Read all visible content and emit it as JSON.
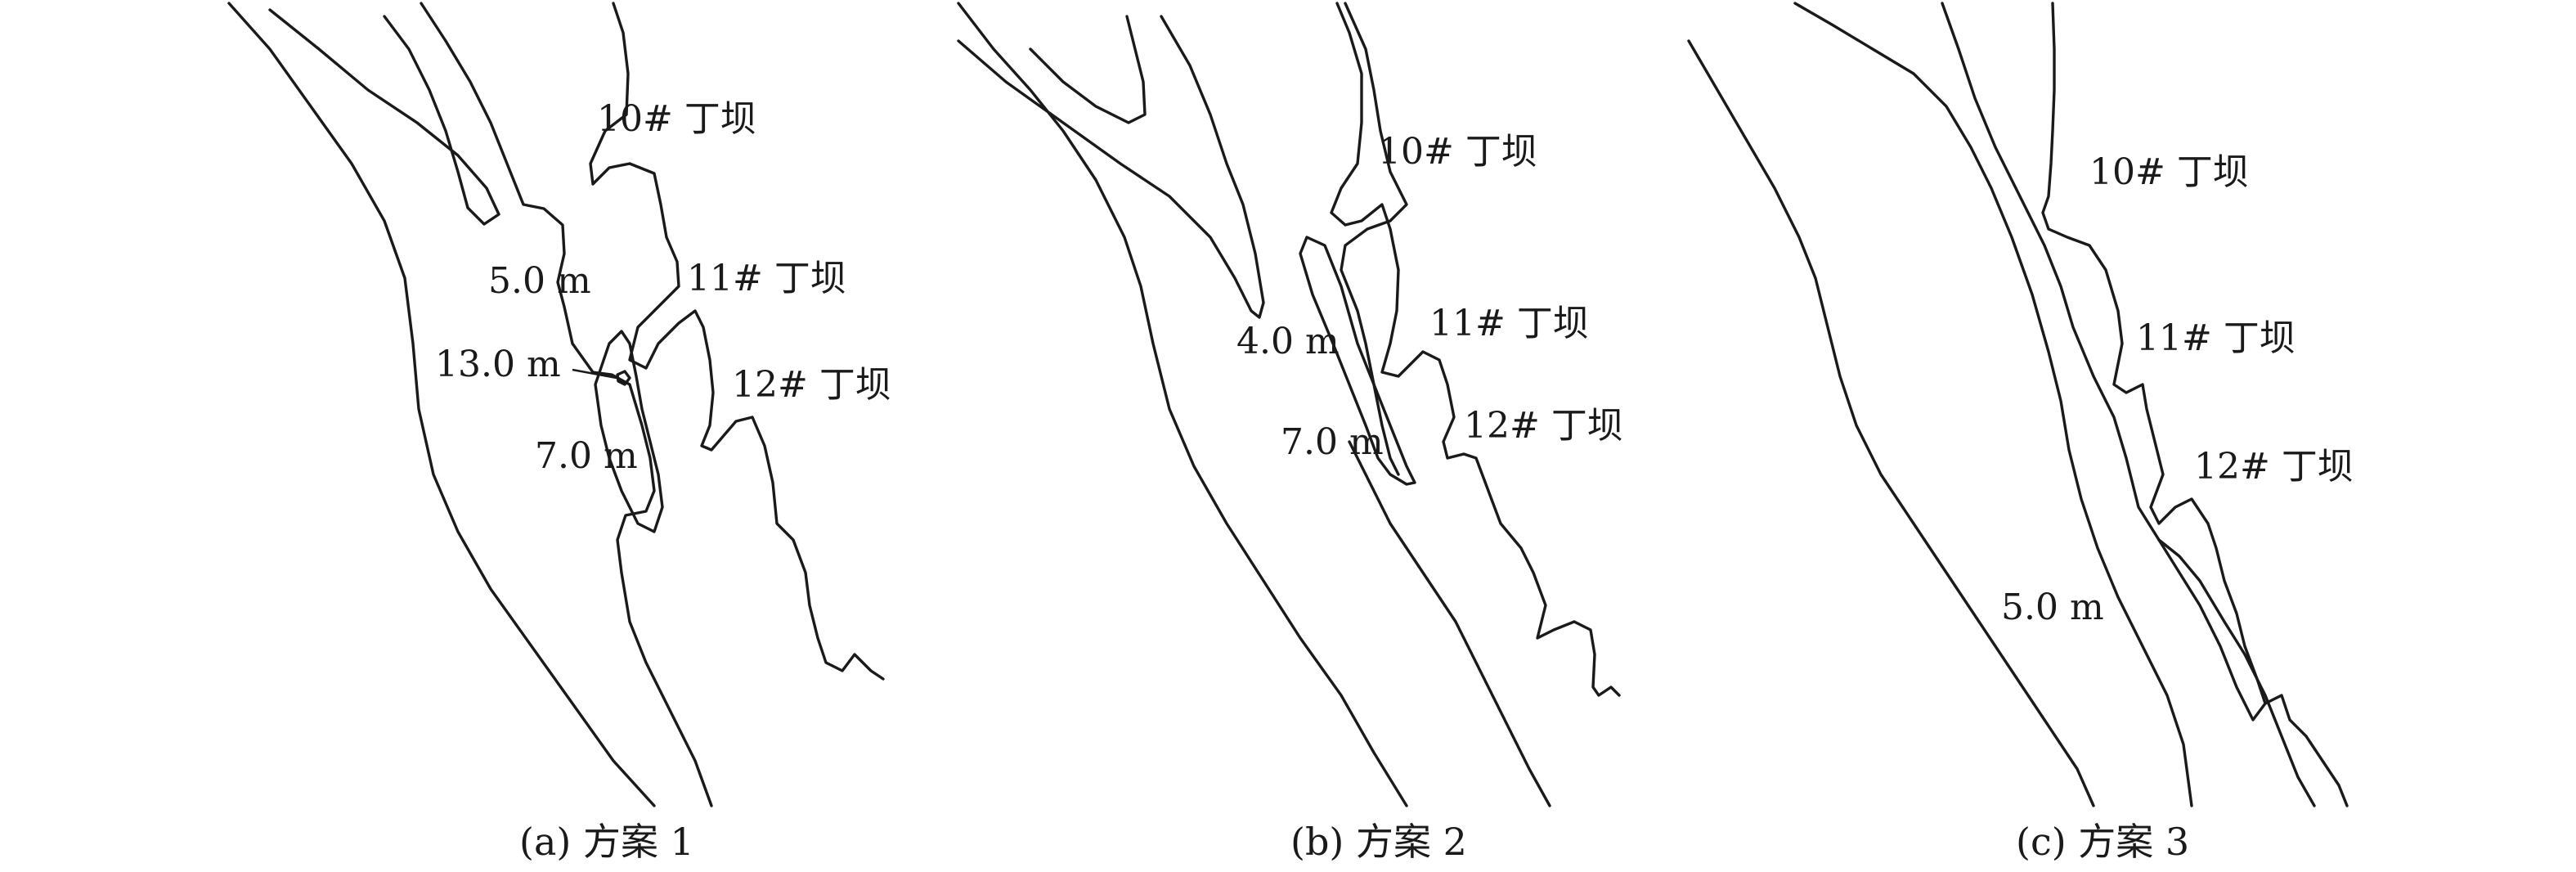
{
  "panels": [
    {
      "caption": "(a) 方案 1",
      "labels": {
        "dam10": "10# 丁坝",
        "dam11": "11# 丁坝",
        "dam12": "12# 丁坝",
        "depth_a": "5.0 m",
        "depth_b": "13.0 m",
        "depth_c": "7.0 m"
      }
    },
    {
      "caption": "(b) 方案 2",
      "labels": {
        "dam10": "10# 丁坝",
        "dam11": "11# 丁坝",
        "dam12": "12# 丁坝",
        "depth_a": "4.0 m",
        "depth_b": "7.0 m"
      }
    },
    {
      "caption": "(c) 方案 3",
      "labels": {
        "dam10": "10# 丁坝",
        "dam11": "11# 丁坝",
        "dam12": "12# 丁坝",
        "depth_a": "5.0 m"
      }
    }
  ]
}
